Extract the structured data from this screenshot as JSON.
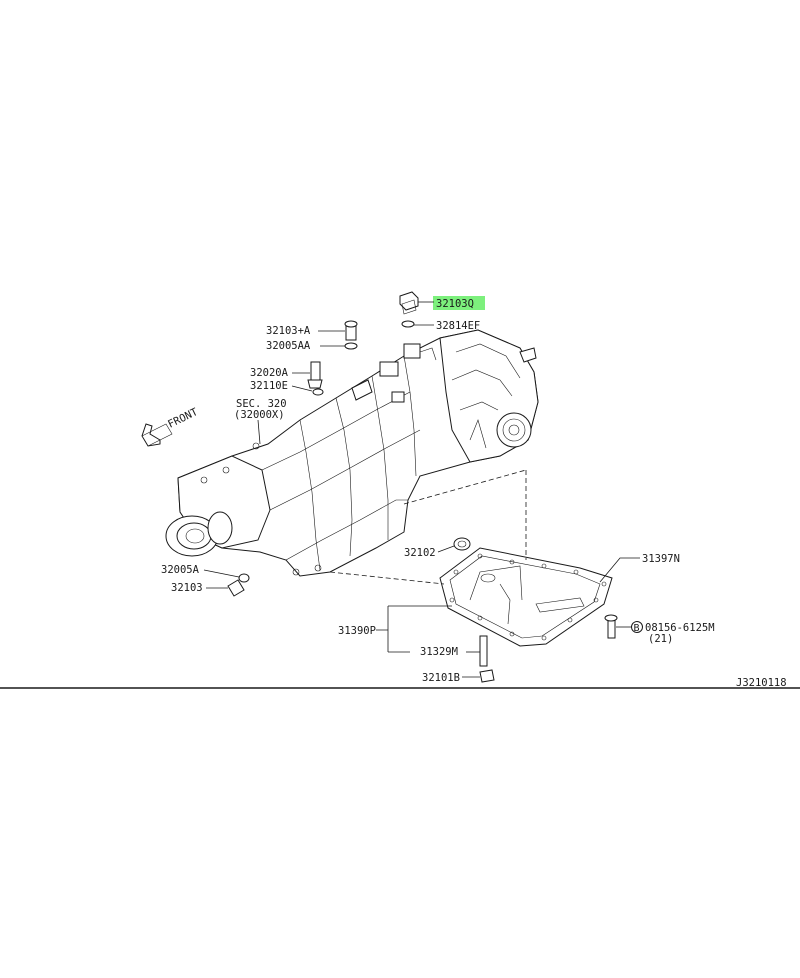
{
  "front_label": "FRONT",
  "section_ref": {
    "line1": "SEC. 320",
    "line2": "(32000X)"
  },
  "diagram_id": "J3210118",
  "highlighted_part": "32103Q",
  "part_labels": {
    "p32103Q": "32103Q",
    "p32814EF": "32814EF",
    "p32103A_plus": "32103+A",
    "p32005AA": "32005AA",
    "p32020A": "32020A",
    "p32110E": "32110E",
    "p32005A": "32005A",
    "p32103": "32103",
    "p32102": "32102",
    "p31397N": "31397N",
    "p31390P": "31390P",
    "p31329M": "31329M",
    "p32101B": "32101B",
    "bolt_ref": "08156-6125M",
    "bolt_qty": "(21)",
    "bolt_marker": "B"
  },
  "colors": {
    "highlight": "#7df07d",
    "ink": "#1a1a1a",
    "background": "#ffffff"
  }
}
